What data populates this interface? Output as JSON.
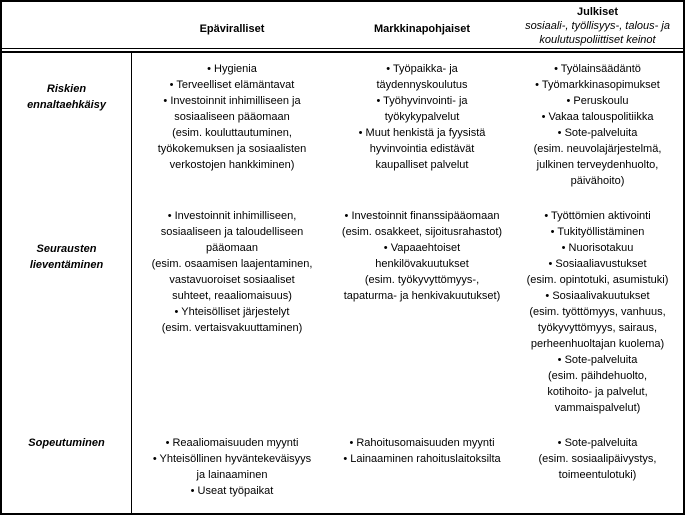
{
  "colors": {
    "border": "#000000",
    "text": "#000000",
    "background": "#ffffff"
  },
  "table": {
    "columns": [
      {
        "label": "Epäviralliset"
      },
      {
        "label": "Markkinapohjaiset"
      },
      {
        "label": "Julkiset",
        "sublabel": [
          "sosiaali-, työllisyys-, talous- ja",
          "koulutuspoliittiset keinot"
        ]
      }
    ],
    "rows": [
      {
        "header": [
          "Riskien",
          "ennaltaehkäisy"
        ],
        "cells": [
          [
            "• Hygienia",
            "• Terveelliset elämäntavat",
            "• Investoinnit inhimilliseen ja",
            "sosiaaliseen pääomaan",
            "(esim. kouluttautuminen,",
            "työkokemuksen ja sosiaalisten",
            "verkostojen hankkiminen)"
          ],
          [
            "• Työpaikka- ja",
            "täydennyskoulutus",
            "• Työhyvinvointi- ja",
            "työkykypalvelut",
            "• Muut henkistä ja fyysistä",
            "hyvinvointia edistävät",
            "kaupalliset palvelut"
          ],
          [
            "• Työlainsäädäntö",
            "• Työmarkkinasopimukset",
            "• Peruskoulu",
            "• Vakaa talouspolitiikka",
            "• Sote-palveluita",
            "(esim. neuvolajärjestelmä,",
            "julkinen terveydenhuolto,",
            "päivähoito)"
          ]
        ]
      },
      {
        "header": [
          "Seurausten",
          "lieventäminen"
        ],
        "cells": [
          [
            "• Investoinnit inhimilliseen,",
            "sosiaaliseen ja taloudelliseen",
            "pääomaan",
            "(esim. osaamisen laajentaminen,",
            "vastavuoroiset sosiaaliset",
            "suhteet, reaaliomaisuus)",
            "• Yhteisölliset järjestelyt",
            "(esim. vertaisvakuuttaminen)"
          ],
          [
            "• Investoinnit finanssipääomaan",
            "(esim. osakkeet, sijoitusrahastot)",
            "• Vapaaehtoiset",
            "henkilövakuutukset",
            "(esim. työkyvyttömyys-,",
            "tapaturma- ja henkivakuutukset)"
          ],
          [
            "• Työttömien aktivointi",
            "• Tukityöllistäminen",
            "• Nuorisotakuu",
            "• Sosiaaliavustukset",
            "(esim. opintotuki, asumistuki)",
            "• Sosiaalivakuutukset",
            "(esim. työttömyys, vanhuus,",
            "työkyvyttömyys, sairaus,",
            "perheenhuoltajan kuolema)",
            "• Sote-palveluita",
            "(esim. päihdehuolto,",
            "kotihoito- ja palvelut,",
            "vammaispalvelut)"
          ]
        ]
      },
      {
        "header": [
          "Sopeutuminen"
        ],
        "cells": [
          [
            "• Reaaliomaisuuden myynti",
            "• Yhteisöllinen hyväntekeväisyys",
            "ja lainaaminen",
            "• Useat työpaikat"
          ],
          [
            "• Rahoitusomaisuuden myynti",
            "• Lainaaminen rahoituslaitoksilta"
          ],
          [
            "• Sote-palveluita",
            "(esim. sosiaalipäivystys,",
            "toimeentulotuki)"
          ]
        ]
      }
    ]
  }
}
